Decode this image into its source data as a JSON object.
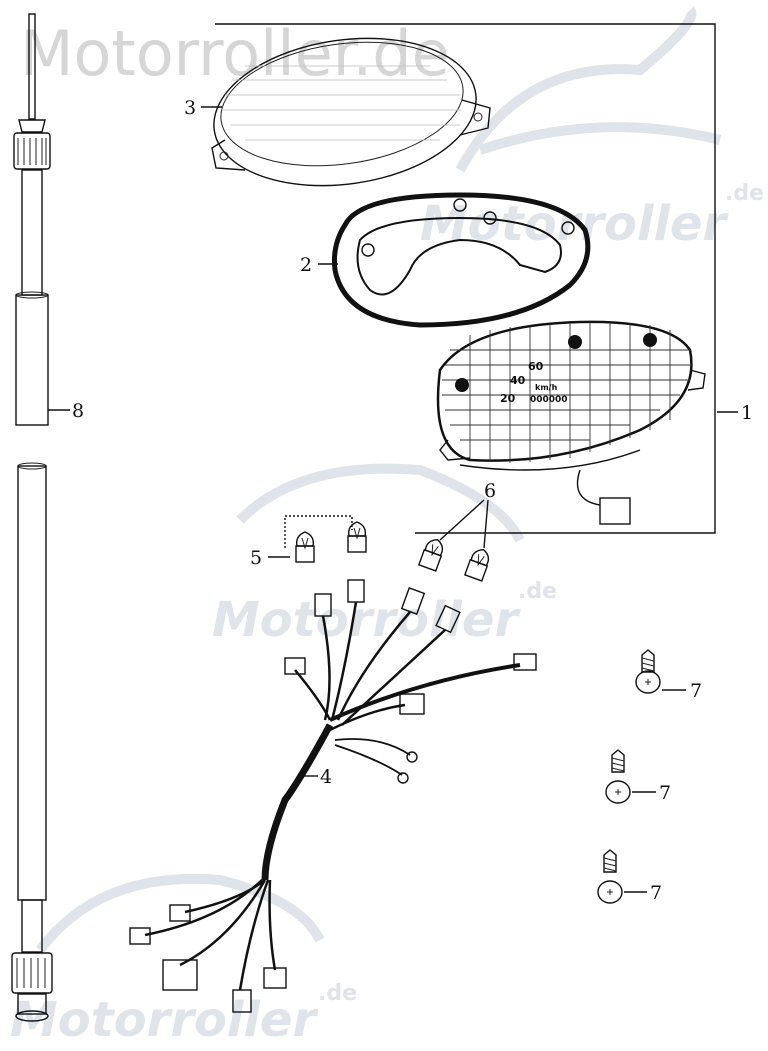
{
  "watermark": {
    "top": "Motorroller.de",
    "brand": "Motorroller",
    "suffix": ".de"
  },
  "callouts": {
    "part1": "1",
    "part2": "2",
    "part3": "3",
    "part4": "4",
    "part5": "5",
    "part6": "6",
    "part7a": "7",
    "part7b": "7",
    "part7c": "7",
    "part8": "8"
  },
  "speedometer_dial": {
    "marks": [
      "20",
      "40",
      "60",
      "km/h",
      "000000"
    ]
  },
  "colors": {
    "line": "#111111",
    "watermark": "#dfe3ea"
  }
}
